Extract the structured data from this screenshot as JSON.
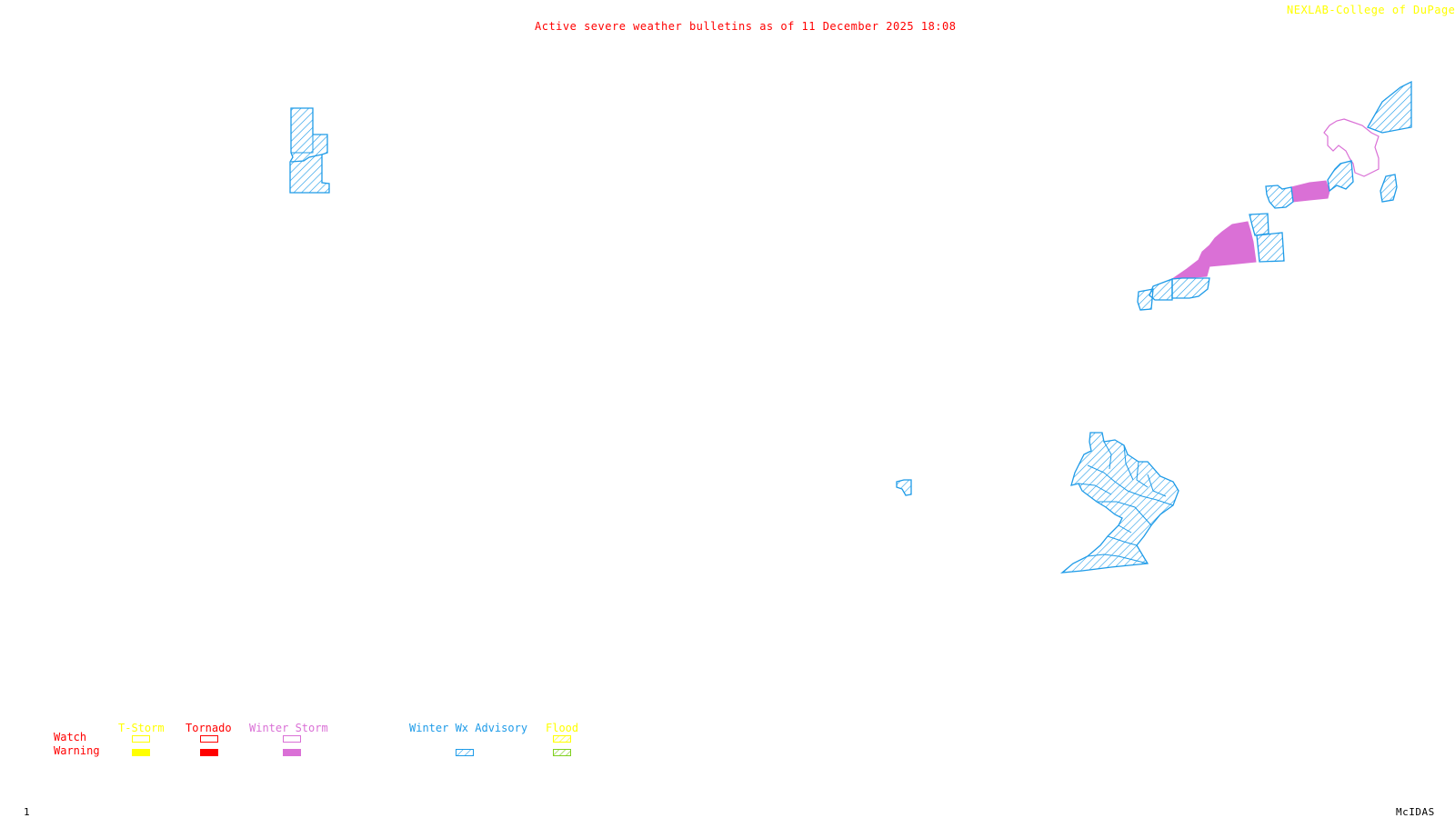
{
  "header": {
    "title": "Active severe weather bulletins as of 11 December 2025 18:08",
    "credit": "NEXLAB-College of DuPage",
    "credit_icon": "nexlab-logo-icon"
  },
  "footer": {
    "frame_number": "1",
    "software": "McIDAS"
  },
  "colors": {
    "tstorm": "#ffff00",
    "tornado": "#ff0000",
    "winter_storm": "#da70d6",
    "winter_wx_advisory": "#1e9be8",
    "flood_watch": "#ffff00",
    "flood_warning": "#80d020",
    "row_labels": "#ff0000"
  },
  "legend": {
    "rows": {
      "watch": "Watch",
      "warning": "Warning"
    },
    "columns": [
      {
        "key": "tstorm",
        "label": "T-Storm",
        "watch": "outline",
        "warning": "solid"
      },
      {
        "key": "tornado",
        "label": "Tornado",
        "watch": "outline",
        "warning": "solid"
      },
      {
        "key": "winter_storm",
        "label": "Winter Storm",
        "watch": "outline",
        "warning": "solid"
      },
      {
        "key": "winter_wx_advisory",
        "label": "Winter Wx Advisory",
        "watch": "none",
        "warning": "hatched"
      },
      {
        "key": "flood",
        "label": "Flood",
        "watch": "hatched",
        "warning": "hatched"
      }
    ]
  },
  "map_regions": [
    {
      "name": "northern-rockies-advisory",
      "type": "Winter Wx Advisory"
    },
    {
      "name": "great-lakes-advisory-west",
      "type": "Winter Wx Advisory"
    },
    {
      "name": "great-lakes-winter-storm-warning",
      "type": "Winter Storm Warning"
    },
    {
      "name": "northeast-winter-storm-watch",
      "type": "Winter Storm Watch"
    },
    {
      "name": "northeast-advisory",
      "type": "Winter Wx Advisory"
    },
    {
      "name": "appalachian-advisory-cluster",
      "type": "Winter Wx Advisory"
    },
    {
      "name": "midsouth-advisory-small",
      "type": "Winter Wx Advisory"
    }
  ]
}
